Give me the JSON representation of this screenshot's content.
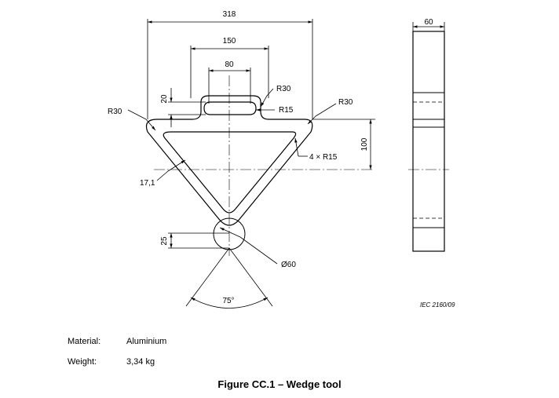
{
  "dimensions": {
    "width_318": "318",
    "width_150": "150",
    "width_80": "80",
    "slot_height": "20",
    "r30_top": "R30",
    "r15": "R15",
    "r30_left": "R30",
    "r30_right": "R30",
    "four_r15": "4 × R15",
    "height_100": "100",
    "wall": "17,1",
    "height_25": "25",
    "diameter_60": "Ø60",
    "angle_75": "75°",
    "side_width_60": "60"
  },
  "reference": "IEC 2160/09",
  "specs": [
    {
      "label": "Material:",
      "value": "Aluminium"
    },
    {
      "label": "Weight:",
      "value": "3,34 kg"
    }
  ],
  "caption": "Figure CC.1 – Wedge tool"
}
